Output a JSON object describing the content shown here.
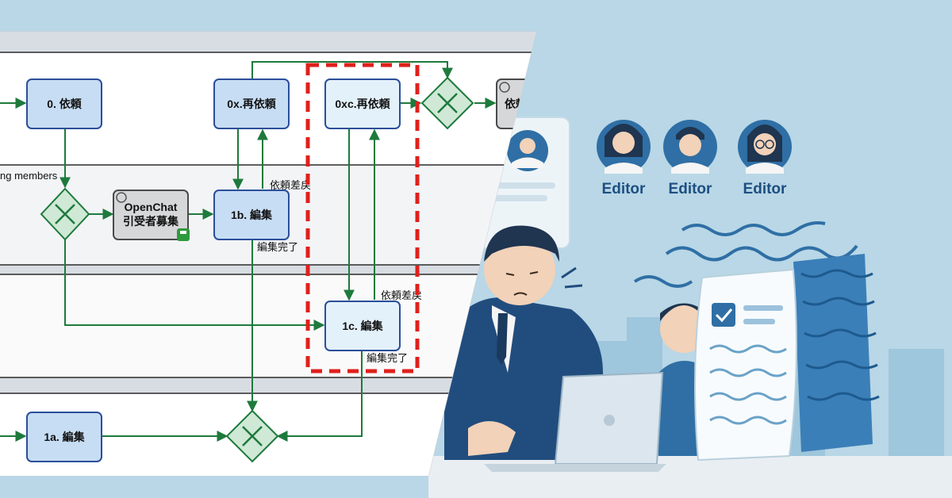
{
  "diagram": {
    "lane_labels": {
      "lane1_partial": "ng members"
    },
    "tasks": {
      "t0": "0. 依頼",
      "t0x": "0x.再依頼",
      "t0xc": "0xc.再依頼",
      "t_partial": "依頼",
      "t1b": "1b. 編集",
      "t1c": "1c. 編集",
      "t1a": "1a. 編集",
      "openchat_line1": "OpenChat",
      "openchat_line2": "引受者募集"
    },
    "edge_labels": {
      "return_1b": "依頼差戻",
      "done_1b": "編集完了",
      "return_1c": "依頼差戻",
      "done_1c": "編集完了"
    },
    "highlight_color": "#e0201b"
  },
  "illustration": {
    "editors": [
      "Editor",
      "Editor",
      "Editor"
    ],
    "colors": {
      "background": "#b9d7e6",
      "suit": "#214d7e",
      "accent": "#2f6fa5"
    }
  }
}
